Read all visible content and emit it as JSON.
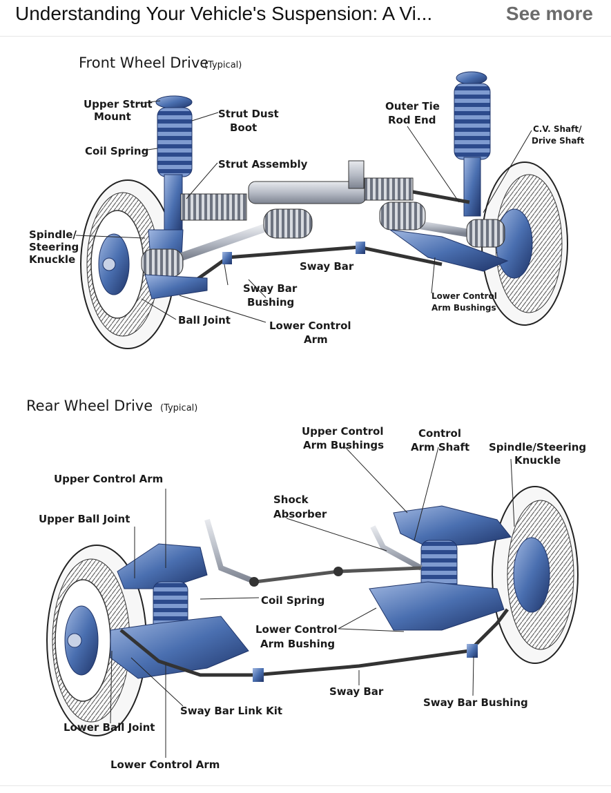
{
  "header": {
    "title": "Understanding Your Vehicle's Suspension: A Vi...",
    "see_more": "See more"
  },
  "front": {
    "title": "Front Wheel Drive",
    "subtitle": "(Typical)",
    "labels": {
      "upper_strut_mount_1": "Upper Strut",
      "upper_strut_mount_2": "Mount",
      "strut_dust_boot_1": "Strut Dust",
      "strut_dust_boot_2": "Boot",
      "coil_spring": "Coil Spring",
      "strut_assembly": "Strut Assembly",
      "outer_tie_rod_end_1": "Outer Tie",
      "outer_tie_rod_end_2": "Rod End",
      "cv_shaft_1": "C.V. Shaft/",
      "cv_shaft_2": "Drive Shaft",
      "spindle_1": "Spindle/",
      "spindle_2": "Steering",
      "spindle_3": "Knuckle",
      "sway_bar": "Sway Bar",
      "sway_bar_bushing_1": "Sway Bar",
      "sway_bar_bushing_2": "Bushing",
      "lower_control_arm_bushings_1": "Lower Control",
      "lower_control_arm_bushings_2": "Arm Bushings",
      "ball_joint": "Ball Joint",
      "lower_control_arm_1": "Lower Control",
      "lower_control_arm_2": "Arm"
    }
  },
  "rear": {
    "title": "Rear Wheel Drive",
    "subtitle": "(Typical)",
    "labels": {
      "upper_control_arm_bushings_1": "Upper Control",
      "upper_control_arm_bushings_2": "Arm Bushings",
      "control_arm_shaft_1": "Control",
      "control_arm_shaft_2": "Arm Shaft",
      "spindle_1": "Spindle/Steering",
      "spindle_2": "Knuckle",
      "upper_control_arm": "Upper Control Arm",
      "shock_absorber_1": "Shock",
      "shock_absorber_2": "Absorber",
      "upper_ball_joint": "Upper Ball Joint",
      "coil_spring": "Coil Spring",
      "lower_control_arm_bushing_1": "Lower Control",
      "lower_control_arm_bushing_2": "Arm Bushing",
      "sway_bar": "Sway Bar",
      "sway_bar_bushing": "Sway Bar Bushing",
      "sway_bar_link_kit": "Sway Bar Link Kit",
      "lower_ball_joint": "Lower Ball Joint",
      "lower_control_arm": "Lower Control Arm"
    }
  },
  "colors": {
    "part_blue": "#4a6fb0",
    "part_light": "#8fa9d8",
    "part_dark": "#1f3468",
    "tire": "#f4f4f4",
    "metal": "#c9ccd2"
  }
}
